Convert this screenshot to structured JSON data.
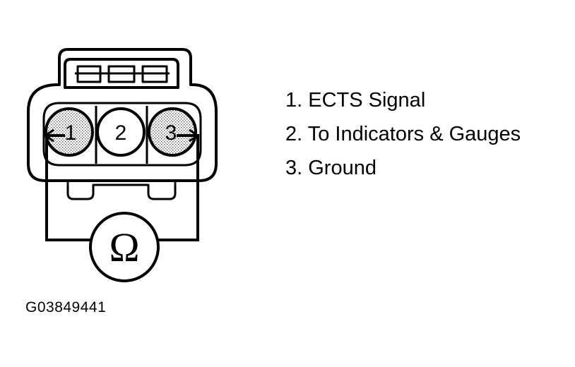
{
  "connector": {
    "pins": [
      {
        "label": "1",
        "shaded": true
      },
      {
        "label": "2",
        "shaded": false
      },
      {
        "label": "3",
        "shaded": true
      }
    ],
    "meter_symbol": "Ω"
  },
  "legend": {
    "items": [
      {
        "text": "1. ECTS Signal"
      },
      {
        "text": "2. To Indicators & Gauges"
      },
      {
        "text": "3. Ground"
      }
    ]
  },
  "figure_id": "G03849441",
  "icons": {
    "meter": "ohmmeter-icon",
    "connector": "electrical-connector-icon"
  },
  "colors": {
    "ink": "#000000",
    "paper": "#ffffff",
    "pin_shade": "#c8c8c8"
  }
}
